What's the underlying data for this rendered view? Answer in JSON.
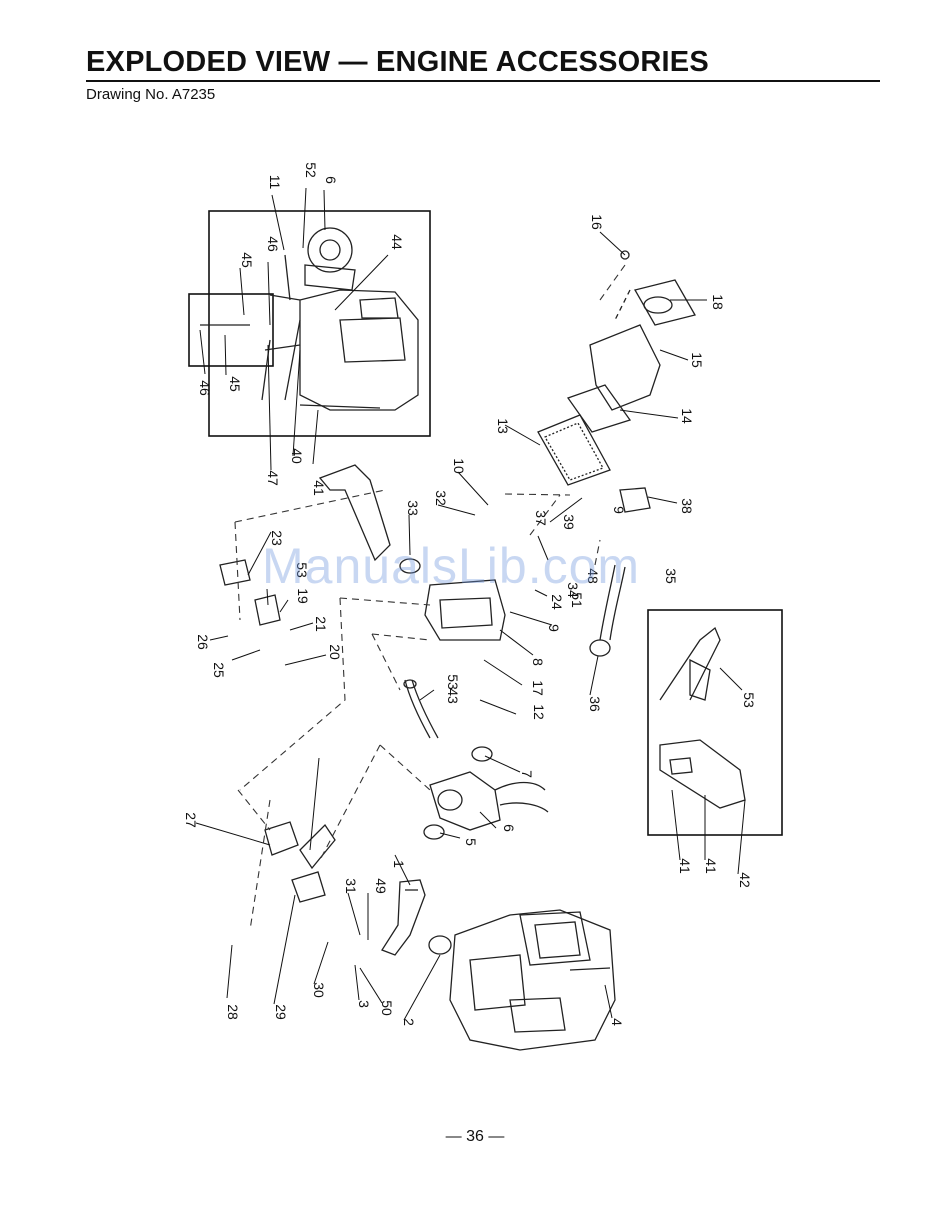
{
  "header": {
    "title": "EXPLODED VIEW — ENGINE ACCESSORIES",
    "drawing_number": "Drawing No. A7235"
  },
  "callouts": [
    "1",
    "2",
    "3",
    "4",
    "5",
    "6",
    "6",
    "7",
    "8",
    "9",
    "9",
    "10",
    "11",
    "12",
    "13",
    "14",
    "15",
    "16",
    "17",
    "18",
    "19",
    "20",
    "21",
    "23",
    "24",
    "25",
    "26",
    "27",
    "28",
    "29",
    "30",
    "31",
    "32",
    "33",
    "35",
    "36",
    "37",
    "38",
    "39",
    "40",
    "41",
    "41",
    "41",
    "42",
    "43",
    "44",
    "45",
    "45",
    "46",
    "46",
    "47",
    "48",
    "49",
    "50",
    "51",
    "52",
    "53",
    "53",
    "53",
    "34"
  ],
  "watermark": "ManualsLib.com",
  "footer": {
    "page_number": "— 36 —"
  }
}
